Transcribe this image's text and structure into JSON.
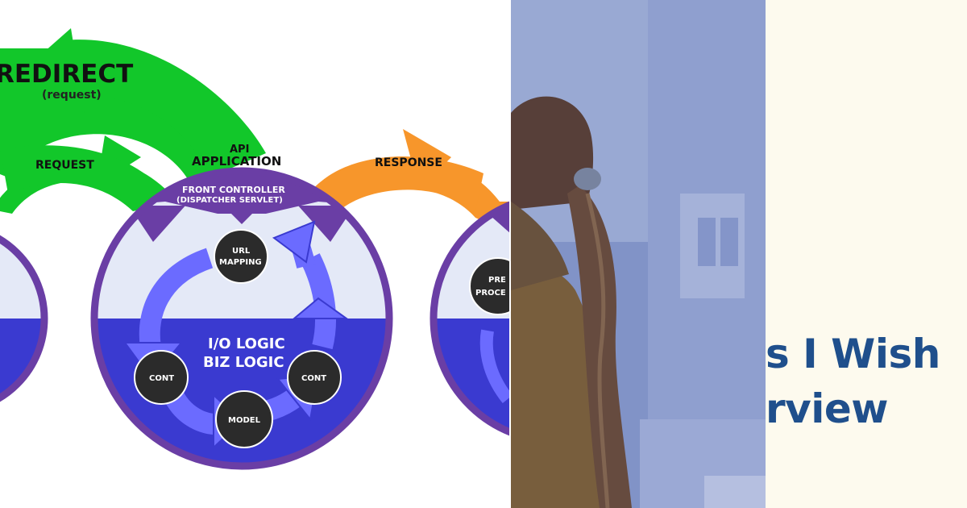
{
  "diagram": {
    "redirect_label": "REDIRECT",
    "redirect_sub": "(request)",
    "request_label": "REQUEST",
    "response_label": "RESPONSE",
    "api_label": "API",
    "application_label": "APPLICATION",
    "front_controller_line1": "FRONT CONTROLLER",
    "front_controller_line2": "(DISPATCHER SERVLET)",
    "url_mapping_line1": "URL",
    "url_mapping_line2": "MAPPING",
    "io_logic": "I/O LOGIC",
    "biz_logic": "BIZ LOGIC",
    "cont_left": "CONT",
    "cont_right": "CONT",
    "model": "MODEL",
    "pre_processor_line1": "PRE",
    "pre_processor_line2": "PROCE"
  },
  "headline": {
    "line1": "s I Wish",
    "line2": "rview"
  },
  "colors": {
    "green": "#12c72a",
    "orange": "#f7962b",
    "purple": "#6a3ea5",
    "circle_light": "#e4e9f7",
    "circle_dark": "#3a3ad0",
    "arrow_blue": "#6b6bff",
    "node_dark": "#2b2b2b",
    "photo_tint": "#8a9ccd",
    "cream": "#fdfaee",
    "headline_blue": "#1f4f8c"
  }
}
